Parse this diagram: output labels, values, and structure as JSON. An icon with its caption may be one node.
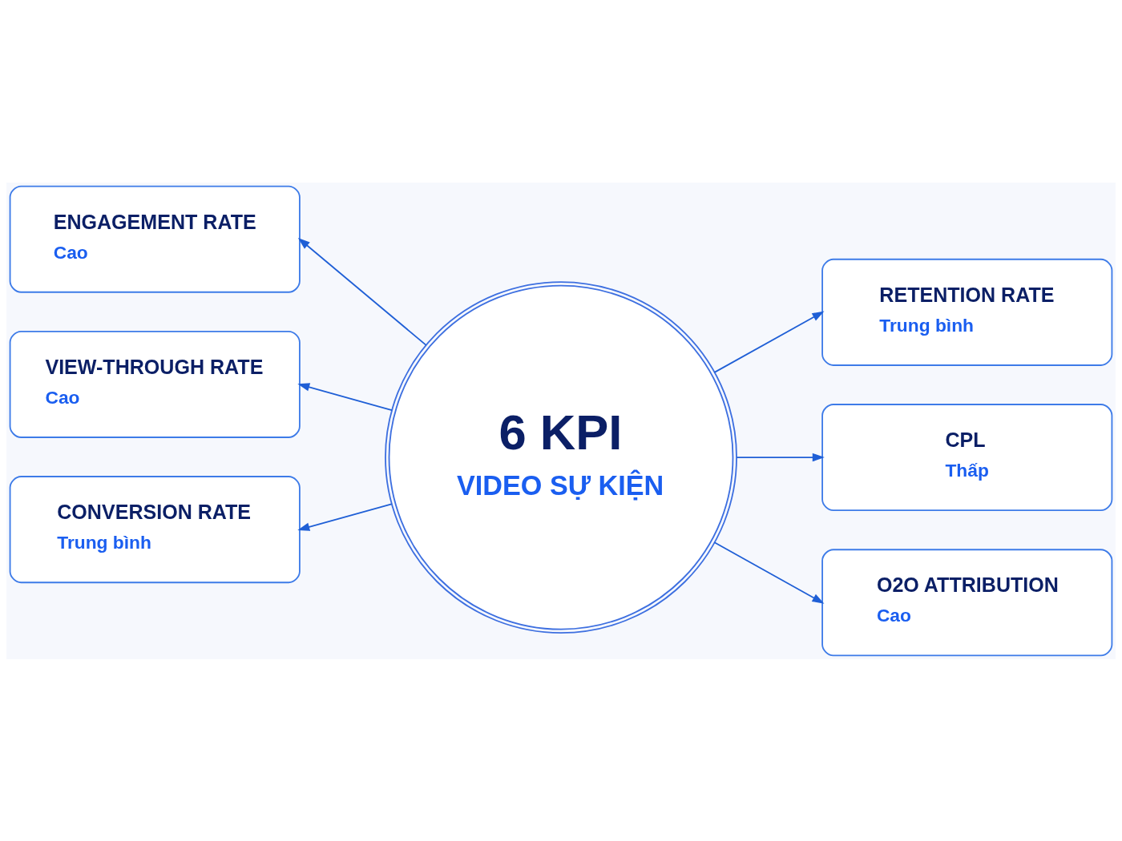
{
  "diagram": {
    "nodes": [
      {
        "text": [
          "ENGAGEMENT RATE",
          "Cao"
        ]
      },
      {
        "text": [
          "RETENTION RATE",
          "Trung bình"
        ]
      },
      {
        "text": [
          "VIEW-THROUGH RATE",
          "Cao"
        ]
      },
      {
        "text": [
          "6 KPI",
          "VIDEO SỰ KIỆN"
        ]
      },
      {
        "text": [
          "CPL",
          "Thấp"
        ]
      },
      {
        "text": [
          "CONVERSION RATE",
          "Trung bình"
        ]
      },
      {
        "text": [
          "O2O ATTRIBUTION",
          "Cao"
        ]
      }
    ],
    "edges": [
      {
        "from": 3,
        "to": 0,
        "arrow": "to"
      },
      {
        "from": 3,
        "to": 1,
        "arrow": "to"
      },
      {
        "from": 3,
        "to": 4,
        "arrow": "to"
      },
      {
        "from": 3,
        "to": 6,
        "arrow": "to"
      },
      {
        "from": 3,
        "to": 5,
        "arrow": "to"
      },
      {
        "from": 3,
        "to": 2,
        "arrow": "to"
      }
    ]
  }
}
